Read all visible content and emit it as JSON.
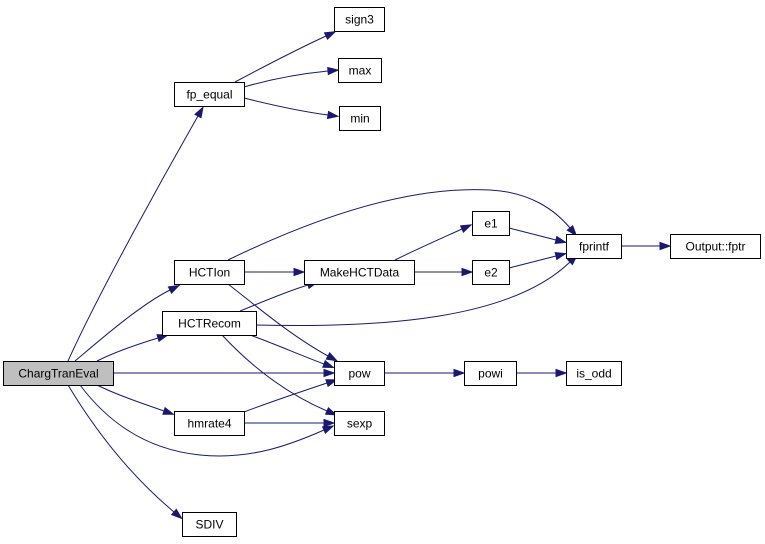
{
  "graph": {
    "nodes": {
      "chargtraneval": "ChargTranEval",
      "fp_equal": "fp_equal",
      "sign3": "sign3",
      "max": "max",
      "min": "min",
      "hction": "HCTIon",
      "hctrecom": "HCTRecom",
      "makehctdata": "MakeHCTData",
      "e1": "e1",
      "e2": "e2",
      "fprintf": "fprintf",
      "output_fptr": "Output::fptr",
      "pow": "pow",
      "powi": "powi",
      "is_odd": "is_odd",
      "hmrate4": "hmrate4",
      "sexp": "sexp",
      "sdiv": "SDIV"
    },
    "edges": [
      [
        "chargtraneval",
        "fp_equal"
      ],
      [
        "fp_equal",
        "sign3"
      ],
      [
        "fp_equal",
        "max"
      ],
      [
        "fp_equal",
        "min"
      ],
      [
        "chargtraneval",
        "hction"
      ],
      [
        "chargtraneval",
        "hctrecom"
      ],
      [
        "chargtraneval",
        "pow"
      ],
      [
        "chargtraneval",
        "hmrate4"
      ],
      [
        "chargtraneval",
        "sexp"
      ],
      [
        "chargtraneval",
        "sdiv"
      ],
      [
        "hction",
        "fprintf"
      ],
      [
        "hction",
        "makehctdata"
      ],
      [
        "hction",
        "pow"
      ],
      [
        "hctrecom",
        "makehctdata"
      ],
      [
        "hctrecom",
        "fprintf"
      ],
      [
        "hctrecom",
        "pow"
      ],
      [
        "hctrecom",
        "sexp"
      ],
      [
        "makehctdata",
        "e1"
      ],
      [
        "makehctdata",
        "e2"
      ],
      [
        "e1",
        "fprintf"
      ],
      [
        "e2",
        "fprintf"
      ],
      [
        "fprintf",
        "output_fptr"
      ],
      [
        "pow",
        "powi"
      ],
      [
        "powi",
        "is_odd"
      ],
      [
        "hmrate4",
        "pow"
      ],
      [
        "hmrate4",
        "sexp"
      ]
    ],
    "root": "chargtraneval",
    "colors": {
      "edge": "#191970",
      "root_fill": "#bfbfbf",
      "node_fill": "#ffffff"
    }
  }
}
